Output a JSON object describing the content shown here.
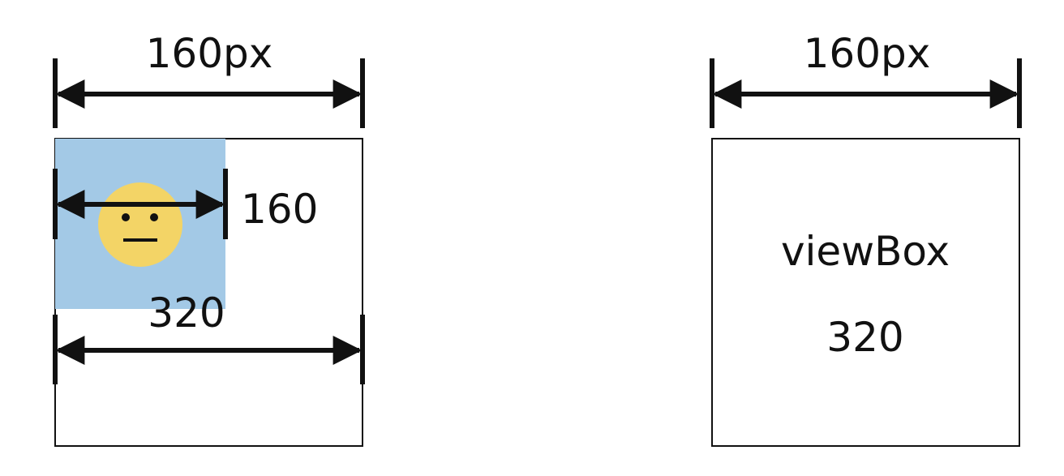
{
  "left_diagram": {
    "outer_width_label": "160px",
    "inner_width_label": "160",
    "viewbox_width_label": "320",
    "colors": {
      "inner_region": "#a3c9e6",
      "face": "#f3d466",
      "face_features": "#111111"
    },
    "icon": "neutral-face-icon"
  },
  "right_diagram": {
    "outer_width_label": "160px",
    "box_title": "viewBox",
    "box_value": "320"
  }
}
